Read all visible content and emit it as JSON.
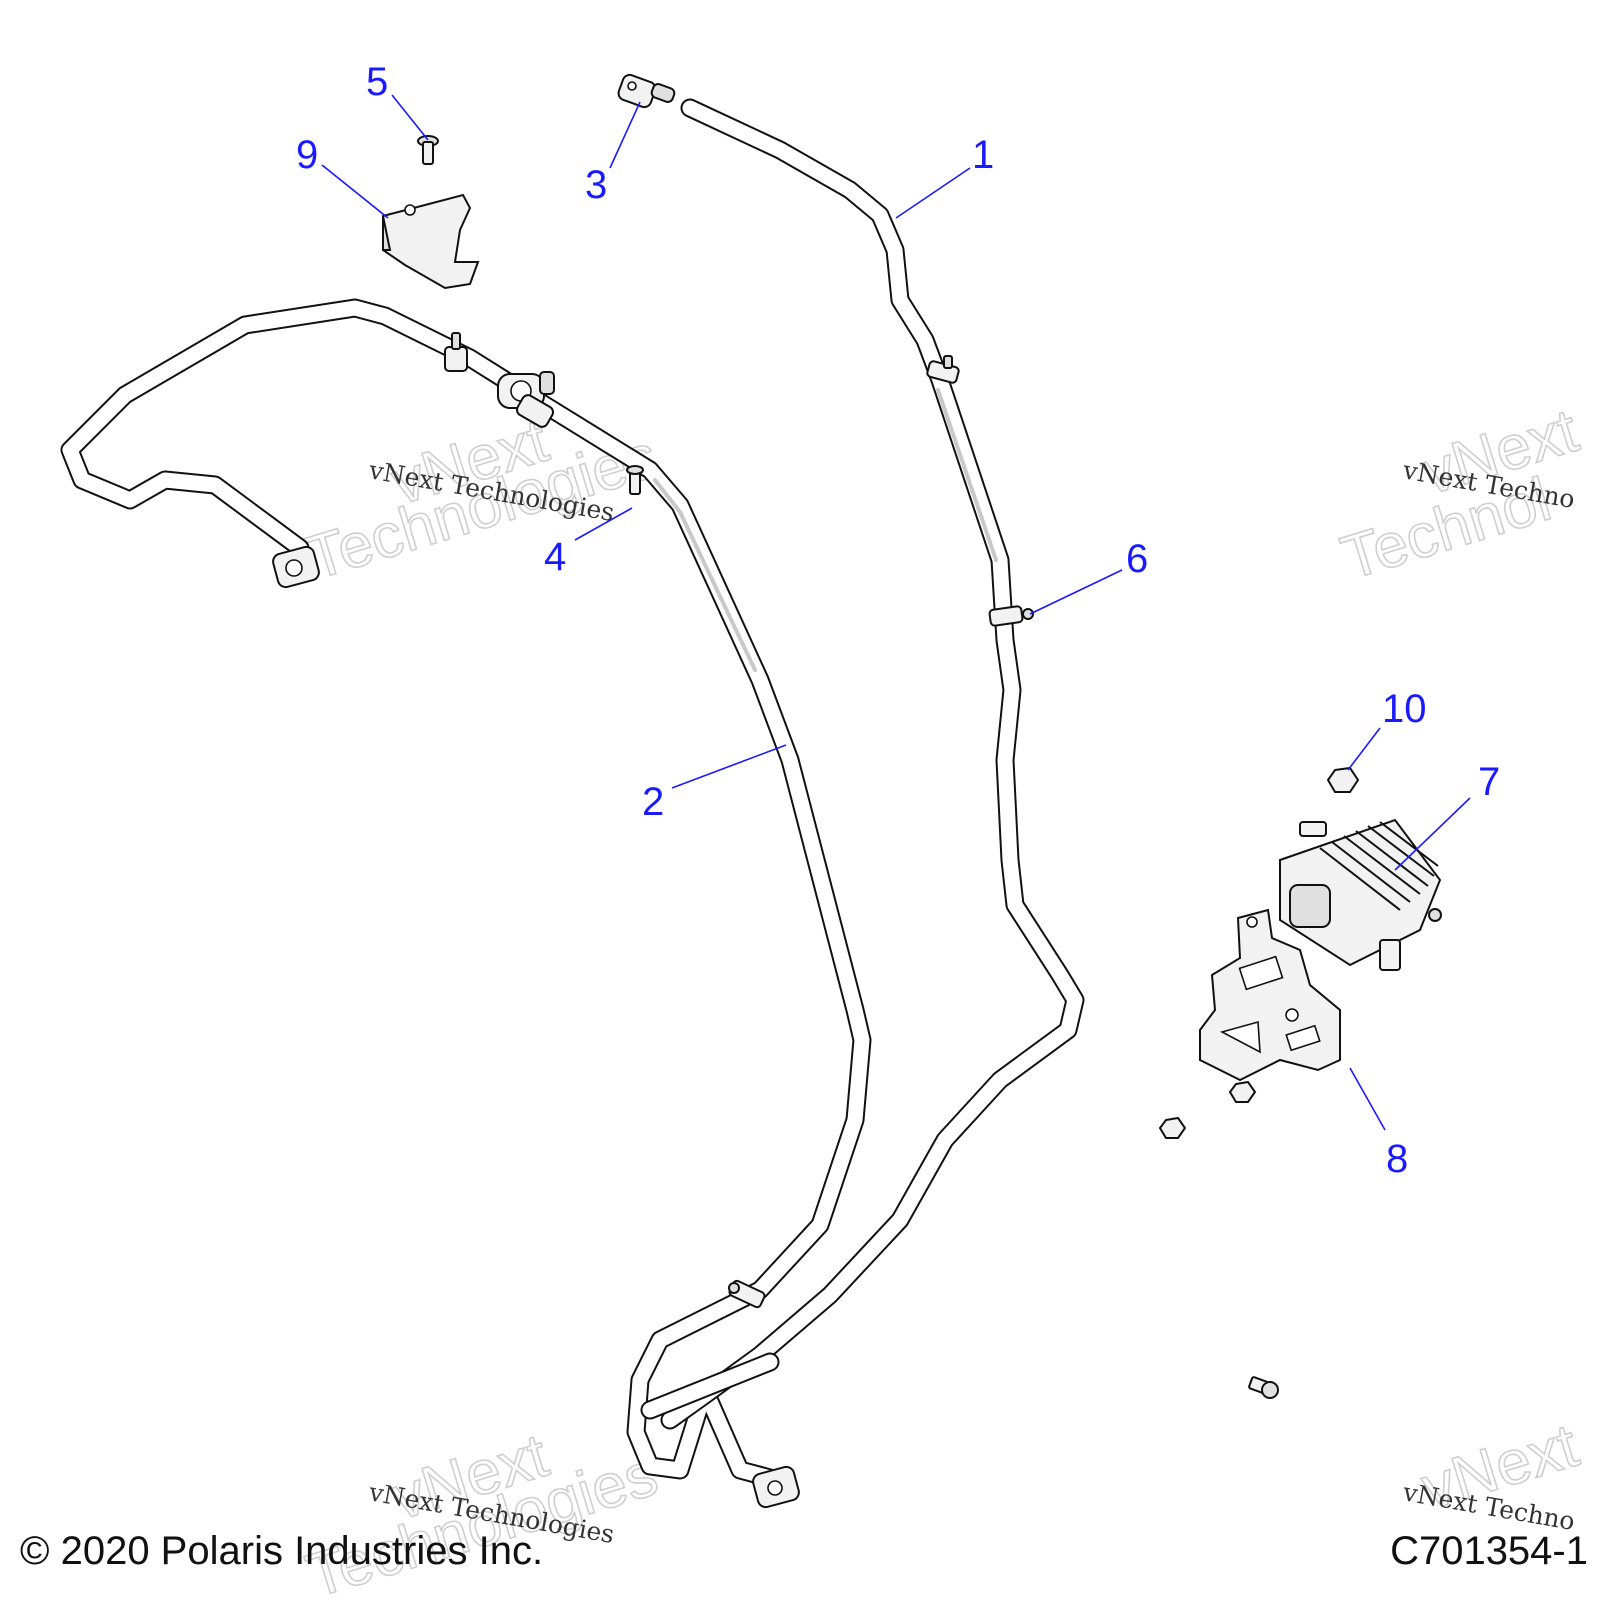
{
  "callouts": {
    "c1": "1",
    "c2": "2",
    "c3": "3",
    "c4": "4",
    "c5": "5",
    "c6": "6",
    "c7": "7",
    "c8": "8",
    "c9": "9",
    "c10": "10"
  },
  "watermark": {
    "line_small": "vNext Technologies",
    "line_big_1": "vNext",
    "line_big_2": "Technologies",
    "line_small_right": "vNext Techno",
    "line_big_right_1": "vNext",
    "line_big_right_2": "Technol"
  },
  "footer": {
    "copyright": "© 2020 Polaris Industries Inc.",
    "drawing_number": "C701354-1"
  },
  "colors": {
    "callout": "#1a1aff",
    "line_art": "#111111"
  }
}
